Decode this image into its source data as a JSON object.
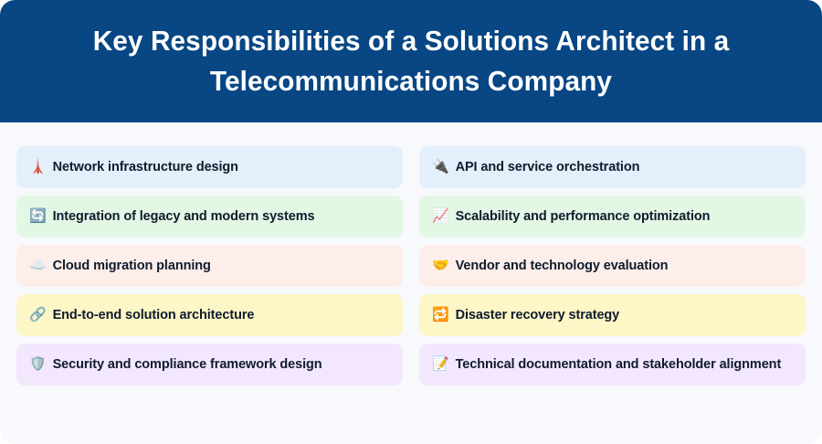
{
  "header": {
    "title": "Key Responsibilities of a Solutions Architect in a Telecommunications Company",
    "background_color": "#084684",
    "text_color": "#ffffff"
  },
  "page": {
    "background_color": "#f8f9fc"
  },
  "columns": [
    {
      "name": "left-column",
      "cards": [
        {
          "icon": "tower-icon",
          "icon_glyph": "🗼",
          "label": "Network infrastructure design",
          "color_name": "blue",
          "color": "#e4effc"
        },
        {
          "icon": "sync-arrows-icon",
          "icon_glyph": "🔄",
          "label": "Integration of legacy and modern systems",
          "color_name": "green",
          "color": "#e3f7e5"
        },
        {
          "icon": "cloud-icon",
          "icon_glyph": "☁️",
          "label": "Cloud migration planning",
          "color_name": "pink",
          "color": "#fdeeea"
        },
        {
          "icon": "link-icon",
          "icon_glyph": "🔗",
          "label": "End-to-end solution architecture",
          "color_name": "yellow",
          "color": "#fdf6c6"
        },
        {
          "icon": "shield-icon",
          "icon_glyph": "🛡️",
          "label": "Security and compliance framework design",
          "color_name": "purple",
          "color": "#f2e7fc"
        }
      ]
    },
    {
      "name": "right-column",
      "cards": [
        {
          "icon": "plug-icon",
          "icon_glyph": "🔌",
          "label": "API and service orchestration",
          "color_name": "blue",
          "color": "#e4effc"
        },
        {
          "icon": "chart-increasing-icon",
          "icon_glyph": "📈",
          "label": "Scalability and performance optimization",
          "color_name": "green",
          "color": "#e3f7e5"
        },
        {
          "icon": "handshake-icon",
          "icon_glyph": "🤝",
          "label": "Vendor and technology evaluation",
          "color_name": "pink",
          "color": "#fdeeea"
        },
        {
          "icon": "repeat-arrows-icon",
          "icon_glyph": "🔁",
          "label": "Disaster recovery strategy",
          "color_name": "yellow",
          "color": "#fdf6c6"
        },
        {
          "icon": "memo-icon",
          "icon_glyph": "📝",
          "label": "Technical documentation and stakeholder alignment",
          "color_name": "purple",
          "color": "#f2e7fc"
        }
      ]
    }
  ]
}
